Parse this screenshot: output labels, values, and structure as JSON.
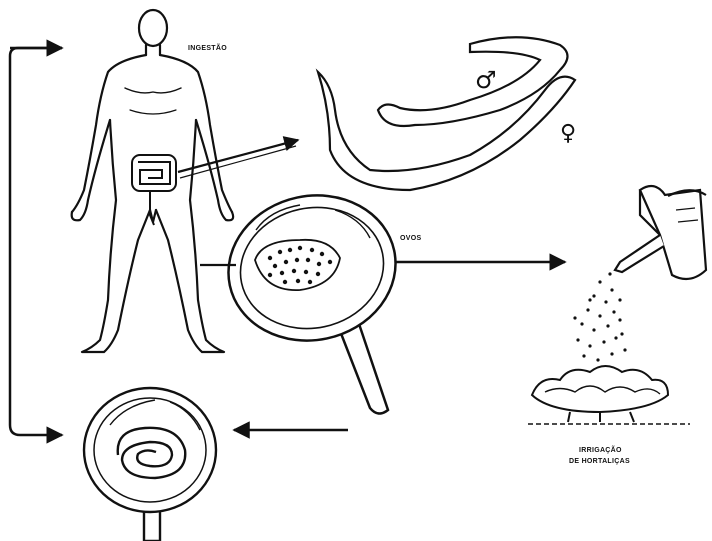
{
  "labels": {
    "ingestion": "INGESTÃO",
    "eggs": "OVOS",
    "irrigation_line1": "IRRIGAÇÃO",
    "irrigation_line2": "DE HORTALIÇAS"
  },
  "symbols": {
    "male": "♂",
    "female": "♀"
  },
  "icons": [
    "human-figure-icon",
    "intestine-icon",
    "worm-pair-icon",
    "magnifier-icon",
    "egg-cluster-icon",
    "watering-can-icon",
    "vegetables-icon",
    "larva-icon"
  ],
  "colors": {
    "ink": "#111111",
    "background": "#ffffff"
  }
}
